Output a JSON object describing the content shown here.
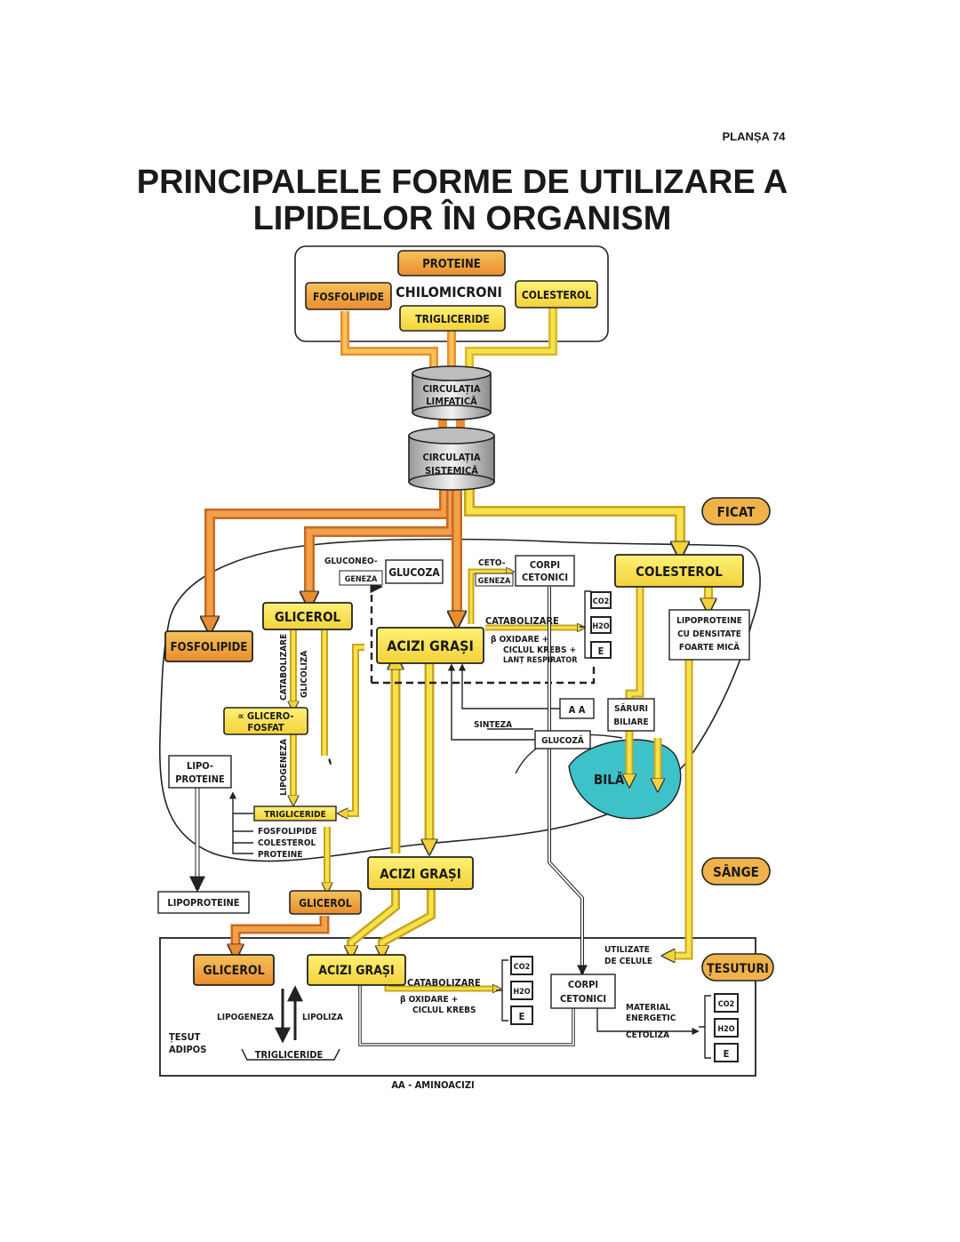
{
  "plate": "PLANȘA 74",
  "title": {
    "line1": "PRINCIPALELE FORME DE UTILIZARE A",
    "line2": "LIPIDELOR ÎN ORGANISM"
  },
  "top": {
    "proteine": "PROTEINE",
    "fosfolipide": "FOSFOLIPIDE",
    "chilomicroni": "CHILOMICRONI",
    "colesterol": "COLESTEROL",
    "trigliceride": "TRIGLICERIDE"
  },
  "circulatie": {
    "limfatica_1": "CIRCULAȚIA",
    "limfatica_2": "LIMFATICĂ",
    "sistemica_1": "CIRCULAȚIA",
    "sistemica_2": "SISTEMICĂ"
  },
  "ficat": {
    "label": "FICAT",
    "gluconeo": "GLUCONEO-",
    "geneza": "GENEZA",
    "glucoza": "GLUCOZA",
    "ceto": "CETO-",
    "cetogeneza": "GENEZA",
    "corpi": "CORPI",
    "cetonici": "CETONICI",
    "colesterol": "COLESTEROL",
    "glicerol": "GLICEROL",
    "fosfolipide": "FOSFOLIPIDE",
    "acizi_grasi": "ACIZI GRAȘI",
    "catabolizare": "CATABOLIZARE",
    "beta_oxidare": "β OXIDARE +",
    "ciclul_krebs": "CICLUL KREBS +",
    "lant": "LANȚ RESPIRATOR",
    "co2": "CO2",
    "h2o": "H2O",
    "e": "E",
    "lipo_mica_1": "LIPOPROTEINE",
    "lipo_mica_2": "CU DENSITATE",
    "lipo_mica_3": "FOARTE MICĂ",
    "catabolizare_v": "CATABOLIZARE",
    "glicoliza_v": "GLICOLIZA",
    "glicerofosfat_1": "∝ GLICERO-",
    "glicerofosfat_2": "FOSFAT",
    "aa": "A A",
    "saruri_1": "SĂRURI",
    "saruri_2": "BILIARE",
    "sinteza": "SINTEZA",
    "glucoza2": "GLUCOZĂ",
    "lipo_1": "LIPO-",
    "lipo_2": "PROTEINE",
    "lipogeneza_v": "LIPOGENEZA",
    "trigliceride": "TRIGLICERIDE",
    "fosfolipide2": "FOSFOLIPIDE",
    "colesterol2": "COLESTEROL",
    "proteine2": "PROTEINE",
    "bila": "BILĂ"
  },
  "sange": {
    "label": "SÂNGE",
    "acizi_grasi": "ACIZI GRAȘI",
    "lipoproteine": "LIPOPROTEINE",
    "glicerol": "GLICEROL"
  },
  "tesuturi": {
    "label": "ȚESUTURI",
    "utilizate_1": "UTILIZATE",
    "utilizate_2": "DE CELULE",
    "glicerol": "GLICEROL",
    "acizi_grasi": "ACIZI GRAȘI",
    "catabolizare": "CATABOLIZARE",
    "beta_oxidare": "β OXIDARE +",
    "ciclul_krebs": "CICLUL KREBS",
    "co2": "CO2",
    "h2o": "H2O",
    "e": "E",
    "corpi": "CORPI",
    "cetonici": "CETONICI",
    "material": "MATERIAL",
    "energetic": "ENERGETIC",
    "cetoliza": "CETOLIZA",
    "co2b": "CO2",
    "h2ob": "H2O",
    "eb": "E",
    "lipogeneza": "LIPOGENEZA",
    "lipoliza": "LIPOLIZA",
    "trigliceride": "TRIGLICERIDE",
    "tesut": "ȚESUT",
    "adipos": "ADIPOS"
  },
  "footnote": "AA - AMINOACIZI",
  "colors": {
    "yellow_box": "#f7e04a",
    "orange_box": "#f2a840",
    "orange_arrow": "#e8923a",
    "yellow_arrow": "#f0d040",
    "bila": "#3cc2c8",
    "label_badge": "#f0b24a"
  }
}
